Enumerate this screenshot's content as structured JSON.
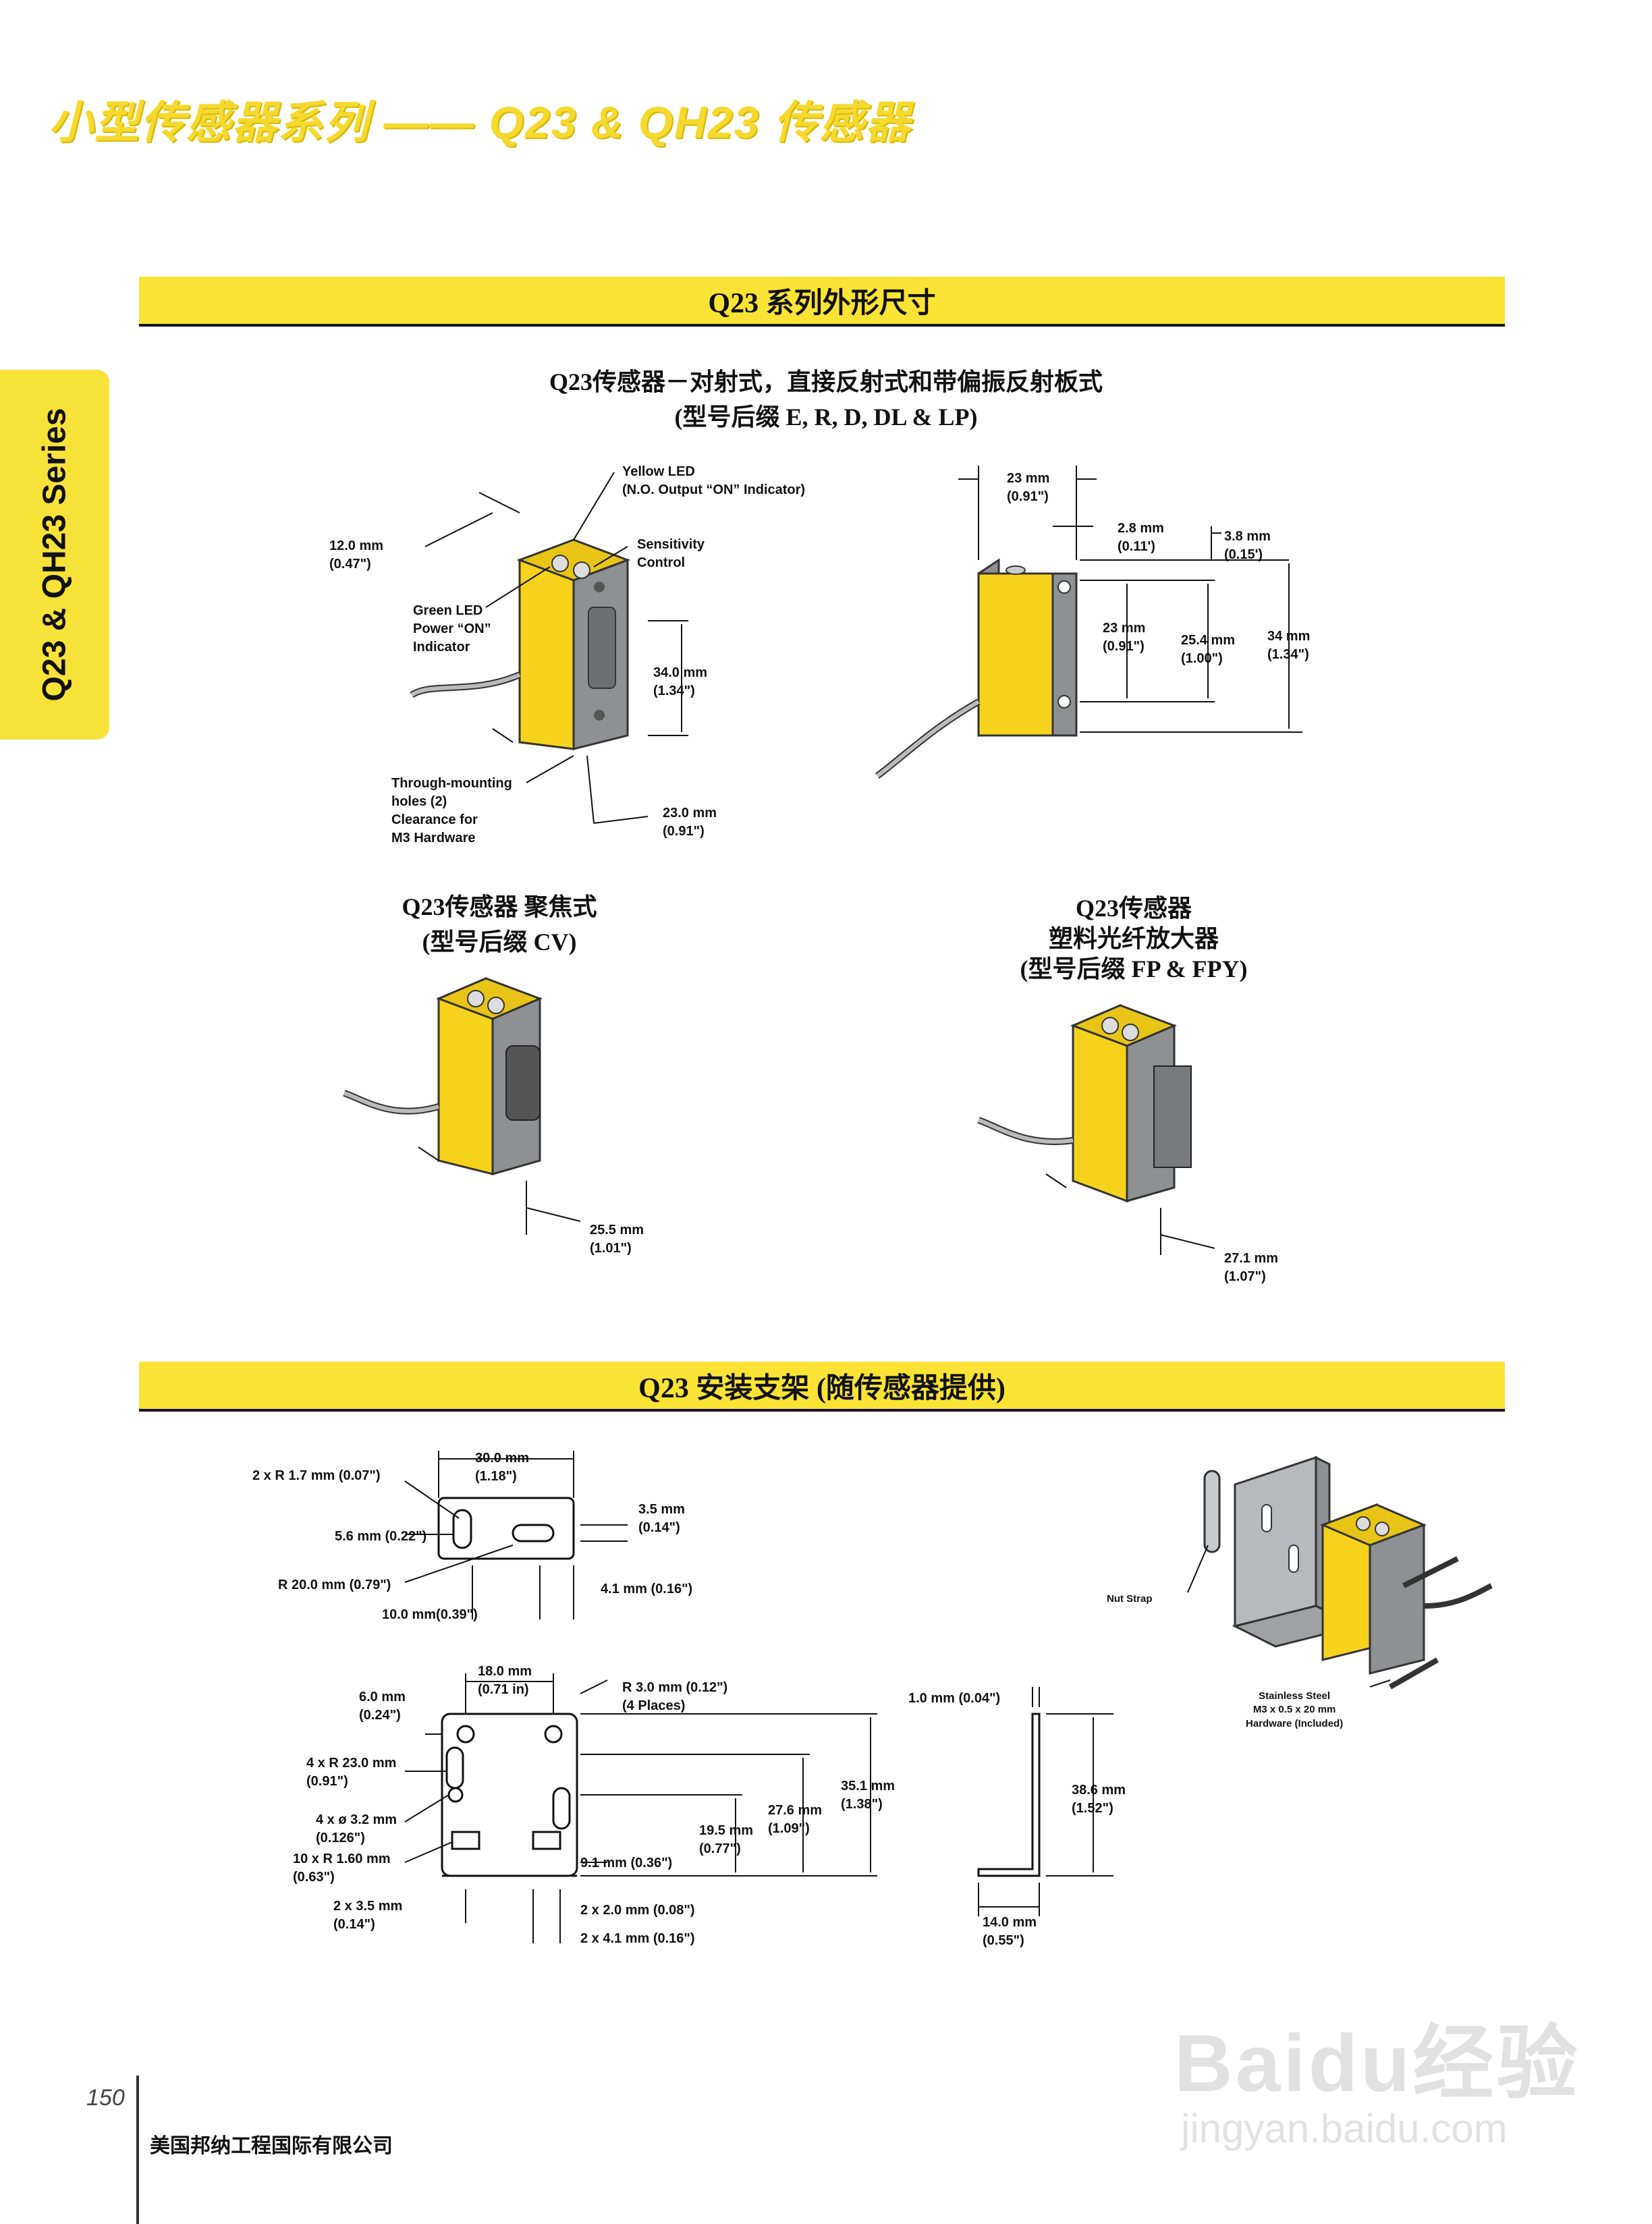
{
  "header": {
    "title": "小型传感器系列 —— Q23 & QH23 传感器"
  },
  "side_tab": {
    "label": "Q23 & QH23 Series"
  },
  "section1": {
    "title": "Q23 系列外形尺寸",
    "caption1_line1": "Q23传感器－对射式，直接反射式和带偏振反射板式",
    "caption1_line2": "(型号后缀 E, R, D, DL & LP)",
    "caption2_line1": "Q23传感器 聚焦式",
    "caption2_line2": "(型号后缀 CV)",
    "caption3_line1": "Q23传感器",
    "caption3_line2": "塑料光纤放大器",
    "caption3_line3": "(型号后缀 FP & FPY)"
  },
  "fig1": {
    "yellow_led": "Yellow LED",
    "yellow_led_sub": "(N.O. Output “ON” Indicator)",
    "sensitivity": "Sensitivity",
    "sensitivity_sub": "Control",
    "green_led_1": "Green LED",
    "green_led_2": "Power “ON”",
    "green_led_3": "Indicator",
    "d12_mm": "12.0 mm",
    "d12_in": "(0.47\")",
    "d34_mm": "34.0 mm",
    "d34_in": "(1.34\")",
    "through_1": "Through-mounting",
    "through_2": "holes (2)",
    "through_3": "Clearance for",
    "through_4": "M3 Hardware",
    "d23_mm": "23.0 mm",
    "d23_in": "(0.91\")"
  },
  "fig2": {
    "d23_mm": "23 mm",
    "d23_in": "(0.91\")",
    "d28_mm": "2.8 mm",
    "d28_in": "(0.11')",
    "d38_mm": "3.8 mm",
    "d38_in": "(0.15')",
    "d23b_mm": "23 mm",
    "d23b_in": "(0.91\")",
    "d254_mm": "25.4 mm",
    "d254_in": "(1.00\")",
    "d34_mm": "34 mm",
    "d34_in": "(1.34\")"
  },
  "fig3": {
    "d_mm": "25.5 mm",
    "d_in": "(1.01\")"
  },
  "fig4": {
    "d_mm": "27.1 mm",
    "d_in": "(1.07\")"
  },
  "section2": {
    "title": "Q23 安装支架 (随传感器提供)"
  },
  "bracket_top": {
    "r17": "2 x R 1.7 mm (0.07\")",
    "w30_mm": "30.0 mm",
    "w30_in": "(1.18\")",
    "d35_mm": "3.5 mm",
    "d35_in": "(0.14\")",
    "d56": "5.6 mm (0.22\")",
    "r20": "R 20.0 mm (0.79\")",
    "d41": "4.1 mm (0.16\")",
    "d10": "10.0 mm(0.39\")"
  },
  "bracket_front": {
    "w18_mm": "18.0 mm",
    "w18_in": "(0.71 in)",
    "r3_1": "R 3.0 mm (0.12\")",
    "r3_2": "(4 Places)",
    "d6_mm": "6.0 mm",
    "d6_in": "(0.24\")",
    "r23_1": "4 x R 23.0 mm",
    "r23_2": "(0.91\")",
    "dia_1": "4 x ø 3.2 mm",
    "dia_2": "(0.126\")",
    "r16_1": "10 x  R 1.60 mm",
    "r16_2": "(0.63\")",
    "d35_1": "2 x 3.5 mm",
    "d35_2": "(0.14\")",
    "d91": "9.1 mm (0.36\")",
    "d195_mm": "19.5 mm",
    "d195_in": "(0.77\")",
    "d276_mm": "27.6 mm",
    "d276_in": "(1.09\")",
    "d351_mm": "35.1 mm",
    "d351_in": "(1.38\")",
    "d20": "2 x 2.0 mm (0.08\")",
    "d41": "2 x 4.1 mm (0.16\")"
  },
  "bracket_side": {
    "d10": "1.0 mm (0.04\")",
    "d386_mm": "38.6 mm",
    "d386_in": "(1.52\")",
    "d140_mm": "14.0 mm",
    "d140_in": "(0.55\")"
  },
  "assembly": {
    "nut_strap": "Nut Strap",
    "hw_1": "Stainless Steel",
    "hw_2": "M3 x 0.5 x 20 mm",
    "hw_3": "Hardware (Included)"
  },
  "footer": {
    "page_number": "150",
    "company": "美国邦纳工程国际有限公司"
  },
  "watermark": {
    "main": "Baidu经验",
    "sub": "jingyan.baidu.com"
  },
  "colors": {
    "yellow": "#fbe335",
    "sensor_yellow": "#f6d21c",
    "sensor_gray": "#8f9094"
  }
}
